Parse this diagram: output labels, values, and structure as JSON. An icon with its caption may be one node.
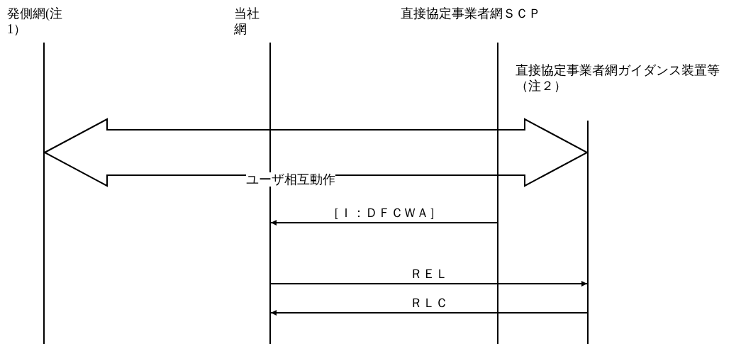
{
  "diagram": {
    "nodes": [
      {
        "text": [
          "発側網(注1）"
        ]
      },
      {
        "text": [
          "当社網"
        ]
      },
      {
        "text": [
          "直接協定事業者網ＳＣＰ"
        ]
      },
      {
        "text": [
          "直接協定事業者網ガイダンス装置等（注２）"
        ]
      }
    ],
    "edges": [
      {
        "from": 0,
        "to": 3,
        "arrow": "both",
        "label": "ユーザ相互動作"
      },
      {
        "from": 2,
        "to": 1,
        "arrow": "to",
        "label": "［Ｉ：ＤＦＣＷＡ］"
      },
      {
        "from": 1,
        "to": 3,
        "arrow": "to",
        "label": "ＲＥＬ"
      },
      {
        "from": 3,
        "to": 1,
        "arrow": "to",
        "label": "ＲＬＣ"
      }
    ]
  }
}
